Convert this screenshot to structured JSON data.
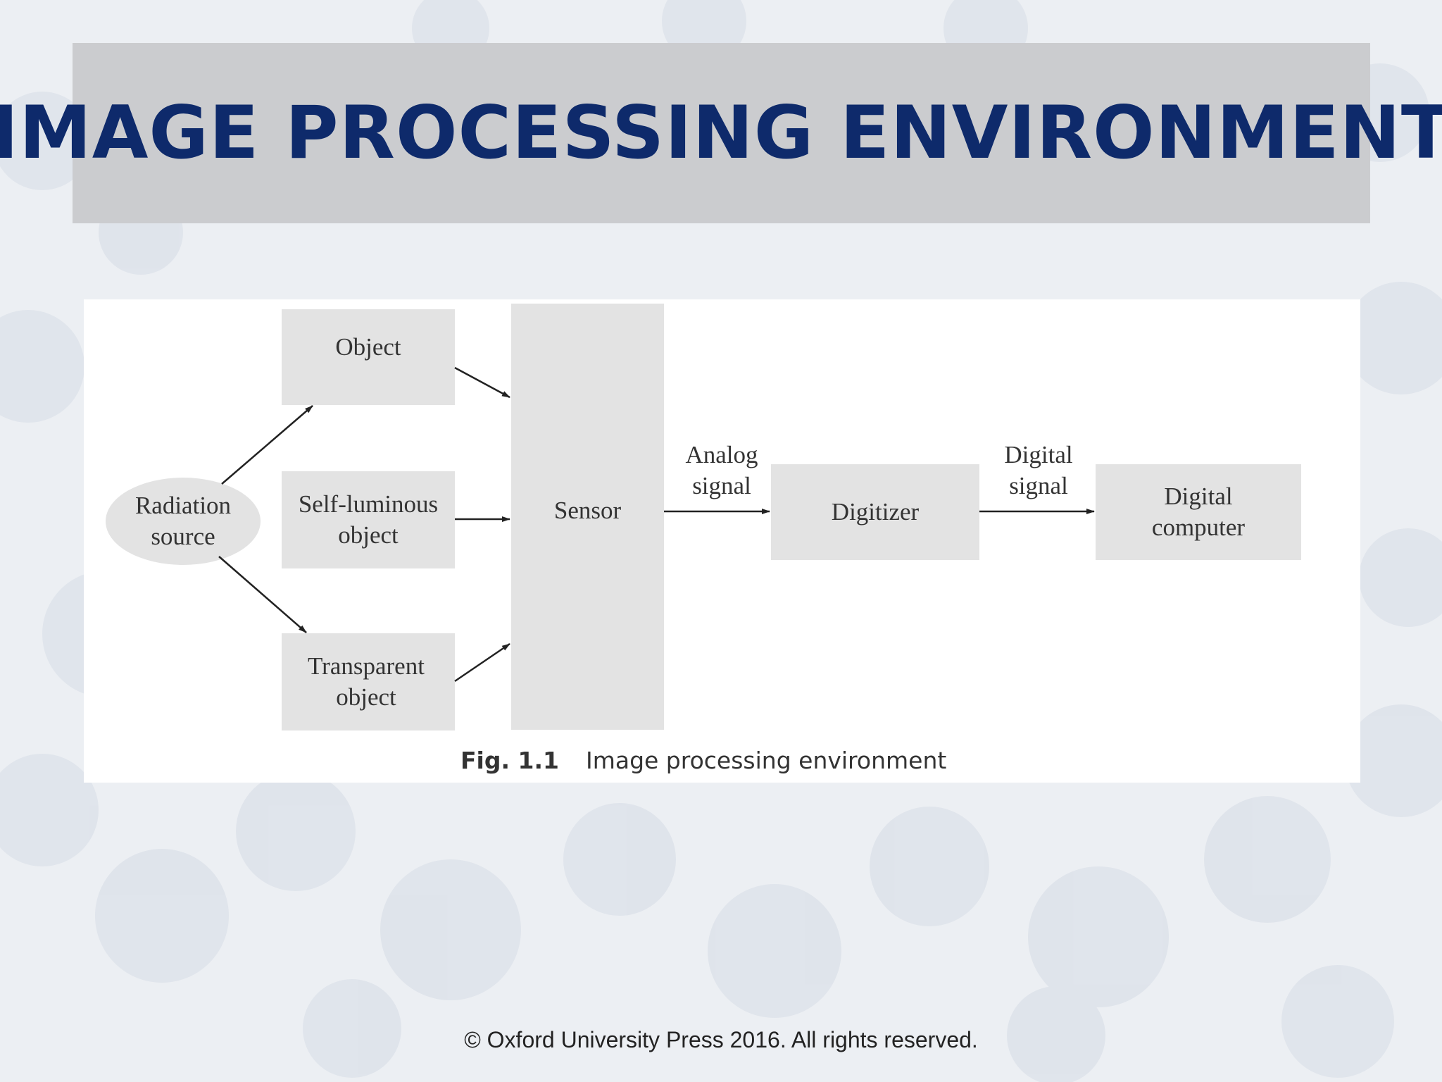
{
  "slide": {
    "title": "IMAGE PROCESSING ENVIRONMENT",
    "footer": "© Oxford University Press 2016. All rights reserved."
  },
  "diagram": {
    "nodes": {
      "radiation_source": "Radiation\nsource",
      "object": "Object",
      "self_luminous": "Self-luminous\nobject",
      "transparent": "Transparent\nobject",
      "sensor": "Sensor",
      "digitizer": "Digitizer",
      "digital_computer": "Digital\ncomputer"
    },
    "edge_labels": {
      "analog_signal": "Analog\nsignal",
      "digital_signal": "Digital\nsignal"
    },
    "caption": {
      "number": "Fig. 1.1",
      "text": "Image processing environment"
    }
  },
  "colors": {
    "title_text": "#0e2a6b",
    "title_bar": "#cbcccf",
    "node_fill": "#e3e3e3",
    "arrow": "#222222"
  }
}
